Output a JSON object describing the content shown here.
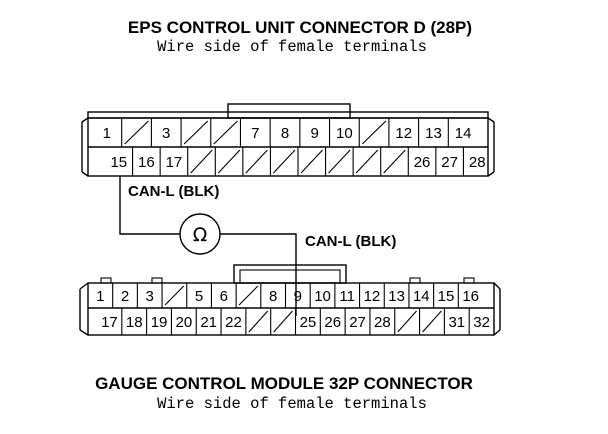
{
  "top_connector": {
    "title": "EPS CONTROL UNIT CONNECTOR D (28P)",
    "subtitle": "Wire side of female terminals",
    "row1": [
      "1",
      "",
      "3",
      "",
      "",
      "7",
      "8",
      "9",
      "10",
      "",
      "12",
      "13",
      "14"
    ],
    "row2": [
      "15",
      "16",
      "17",
      "",
      "",
      "",
      "",
      "",
      "",
      "",
      "",
      "26",
      "27",
      "28"
    ]
  },
  "bottom_connector": {
    "title": "GAUGE CONTROL MODULE 32P CONNECTOR",
    "subtitle": "Wire side of female terminals",
    "row1": [
      "1",
      "2",
      "3",
      "",
      "5",
      "6",
      "",
      "8",
      "9",
      "10",
      "11",
      "12",
      "13",
      "14",
      "15",
      "16"
    ],
    "row2": [
      "17",
      "18",
      "19",
      "20",
      "21",
      "22",
      "",
      "",
      "25",
      "26",
      "27",
      "28",
      "",
      "",
      "31",
      "32"
    ]
  },
  "wires": {
    "top_label": "CAN-L (BLK)",
    "bottom_label": "CAN-L (BLK)"
  },
  "meter": {
    "symbol": "Ω",
    "icon": "ohmmeter-icon"
  }
}
